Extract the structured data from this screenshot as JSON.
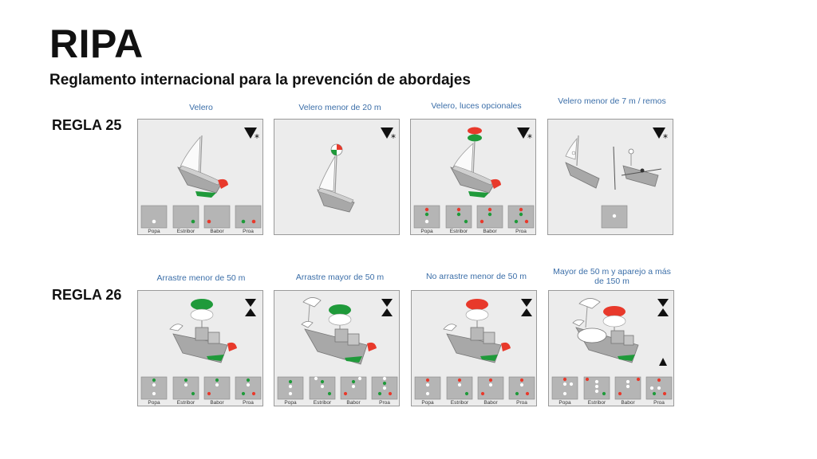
{
  "header": {
    "title": "RIPA",
    "subtitle": "Reglamento internacional para la prevención de abordajes"
  },
  "rules": [
    {
      "label": "REGLA 25",
      "panels": [
        {
          "caption": "Velero",
          "views": [
            "Popa",
            "Estribor",
            "Babor",
            "Proa"
          ]
        },
        {
          "caption": "Velero menor de 20 m",
          "views": []
        },
        {
          "caption": "Velero, luces opcionales",
          "views": [
            "Popa",
            "Estribor",
            "Babor",
            "Proa"
          ]
        },
        {
          "caption": "Velero menor de 7 m / remos",
          "views": []
        }
      ]
    },
    {
      "label": "REGLA 26",
      "panels": [
        {
          "caption": "Arrastre menor de 50 m",
          "views": [
            "Popa",
            "Estribor",
            "Babor",
            "Proa"
          ]
        },
        {
          "caption": "Arrastre mayor de 50 m",
          "views": [
            "Popa",
            "Estribor",
            "Babor",
            "Proa"
          ]
        },
        {
          "caption": "No arrastre menor de 50 m",
          "views": [
            "Popa",
            "Estribor",
            "Babor",
            "Proa"
          ]
        },
        {
          "caption": "Mayor de 50 m y aparejo a más de 150 m",
          "views": [
            "Popa",
            "Estribor",
            "Babor",
            "Proa"
          ]
        }
      ]
    }
  ],
  "colors": {
    "red_light": "#e8392b",
    "green_light": "#1f9a3a",
    "white_light": "#ffffff",
    "caption_blue": "#3b6ea8",
    "panel_bg": "#ececec",
    "vessel_gray": "#a8a8a8"
  },
  "icons": [
    "day-shape-cone-down-icon",
    "asterisk-icon",
    "day-shape-hourglass-icon",
    "day-shape-cone-up-icon"
  ]
}
